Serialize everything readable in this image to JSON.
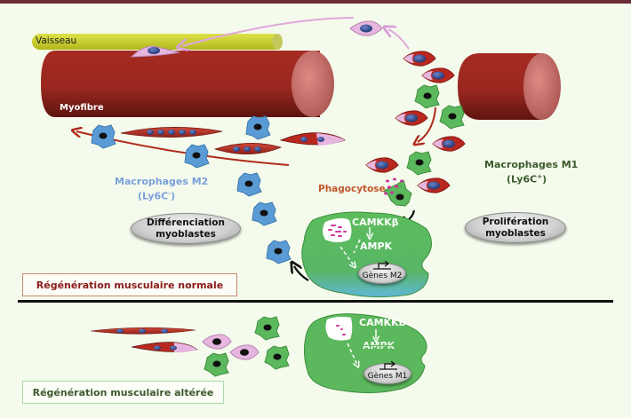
{
  "labels": {
    "vessel": "Vaisseau",
    "myofibre": "Myofibre",
    "m2_title": "Macrophages M2",
    "m2_marker": "(Ly6C",
    "m2_sign": "-",
    "m1_title": "Macrophages M1",
    "m1_marker": "(Ly6C",
    "m1_sign": "+",
    "phagocytosis": "Phagocytose",
    "differentiation_line1": "Différenciation",
    "differentiation_line2": "myoblastes",
    "proliferation_line1": "Prolifération",
    "proliferation_line2": "myoblastes",
    "normal_regen": "Régénération musculaire normale",
    "altered_regen": "Régénération musculaire altérée"
  },
  "top_cell": {
    "kinase": "CAMKKβ",
    "ampk": "AMPK",
    "genes": "Gènes M2"
  },
  "bottom_cell": {
    "kinase": "CAMKKb",
    "ampk": "AMPK",
    "ampk_struck": true,
    "genes": "Gènes M1"
  },
  "colors": {
    "background": "#f4fbec",
    "myofibre": "#9e2a22",
    "vessel": "#c9cf2a",
    "m1_green": "#5cb85c",
    "m2_blue": "#5b9bd5",
    "m2_label": "#7b9fdc",
    "m1_label": "#3d5a2e",
    "phagocytosis_label": "#c0562a",
    "normal_box_border": "#c8876a",
    "normal_text": "#8b1a1a",
    "altered_box_border": "#a9dca0",
    "altered_text": "#3d5a2e"
  }
}
